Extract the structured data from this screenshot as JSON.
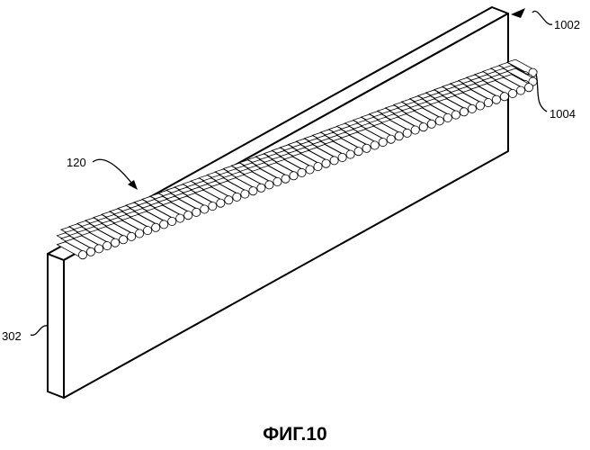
{
  "labels": {
    "ref_1002": "1002",
    "ref_1004": "1004",
    "ref_120": "120",
    "ref_302": "302"
  },
  "caption": "ФИГ.10",
  "colors": {
    "ink": "#000000",
    "paper": "#ffffff"
  }
}
